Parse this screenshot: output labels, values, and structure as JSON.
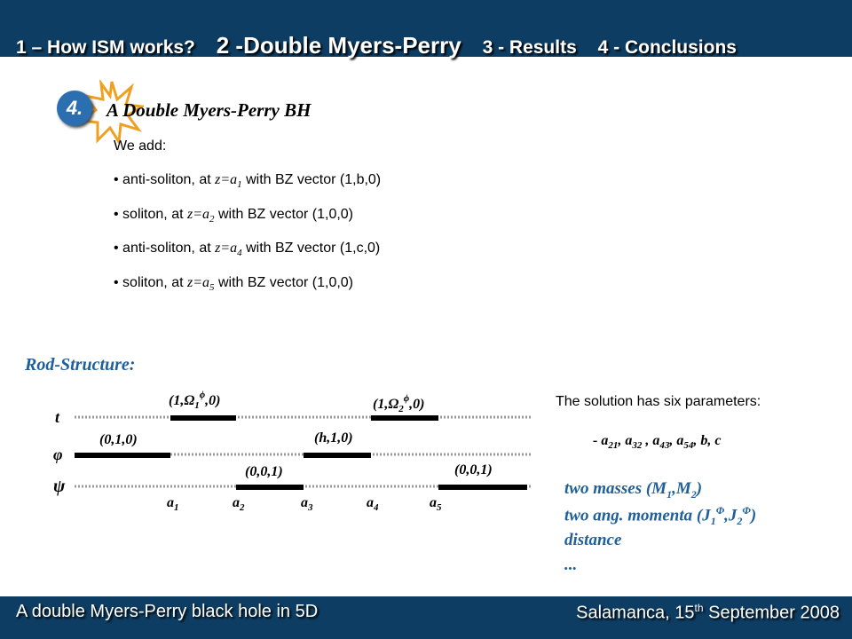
{
  "nav": {
    "item1": "1 – How ISM works?",
    "item2": "2 -Double Myers-Perry",
    "item3": "3 - Results",
    "item4": "4 - Conclusions"
  },
  "section": {
    "number": "4.",
    "title": "A Double Myers-Perry BH",
    "intro": "We add:",
    "bullets": [
      {
        "prefix": "• anti-soliton, at ",
        "z": "z=a",
        "sub": "1",
        "suffix": " with BZ vector (1,b,0)"
      },
      {
        "prefix": "• soliton, at ",
        "z": "z=a",
        "sub": "2",
        "suffix": " with BZ vector (1,0,0)"
      },
      {
        "prefix": "• anti-soliton, at ",
        "z": "z=a",
        "sub": "4",
        "suffix": " with BZ vector (1,c,0)"
      },
      {
        "prefix": "• soliton, at ",
        "z": "z=a",
        "sub": "5",
        "suffix": " with BZ vector (1,0,0)"
      }
    ]
  },
  "rod": {
    "title": "Rod-Structure:",
    "axes": [
      "t",
      "φ",
      "ψ"
    ],
    "labels": [
      "(1,Ω",
      "1",
      "ϕ",
      ",0)",
      "(1,Ω",
      "2",
      "ϕ",
      ",0)",
      "(0,1,0)",
      "(h,1,0)",
      "(0,0,1)",
      "(0,0,1)"
    ],
    "points": [
      "a",
      "1",
      "a",
      "2",
      "a",
      "3",
      "a",
      "4",
      "a",
      "5"
    ]
  },
  "solution": {
    "text": "The solution has six parameters:",
    "params": "- a",
    "p_subs": [
      "21",
      "32",
      "43",
      "54"
    ],
    "p_tail": ", b, c",
    "masses": [
      "two masses (M",
      "1",
      ",M",
      "2",
      ")"
    ],
    "momenta": [
      "two ang. momenta (J",
      "1",
      "Φ",
      ",J",
      "2",
      "Φ",
      ")"
    ],
    "distance": "distance",
    "etc": "..."
  },
  "footer": {
    "left": "A double Myers-Perry black hole in 5D",
    "right_pre": "Salamanca, 15",
    "right_sup": "th",
    "right_post": " September 2008"
  }
}
